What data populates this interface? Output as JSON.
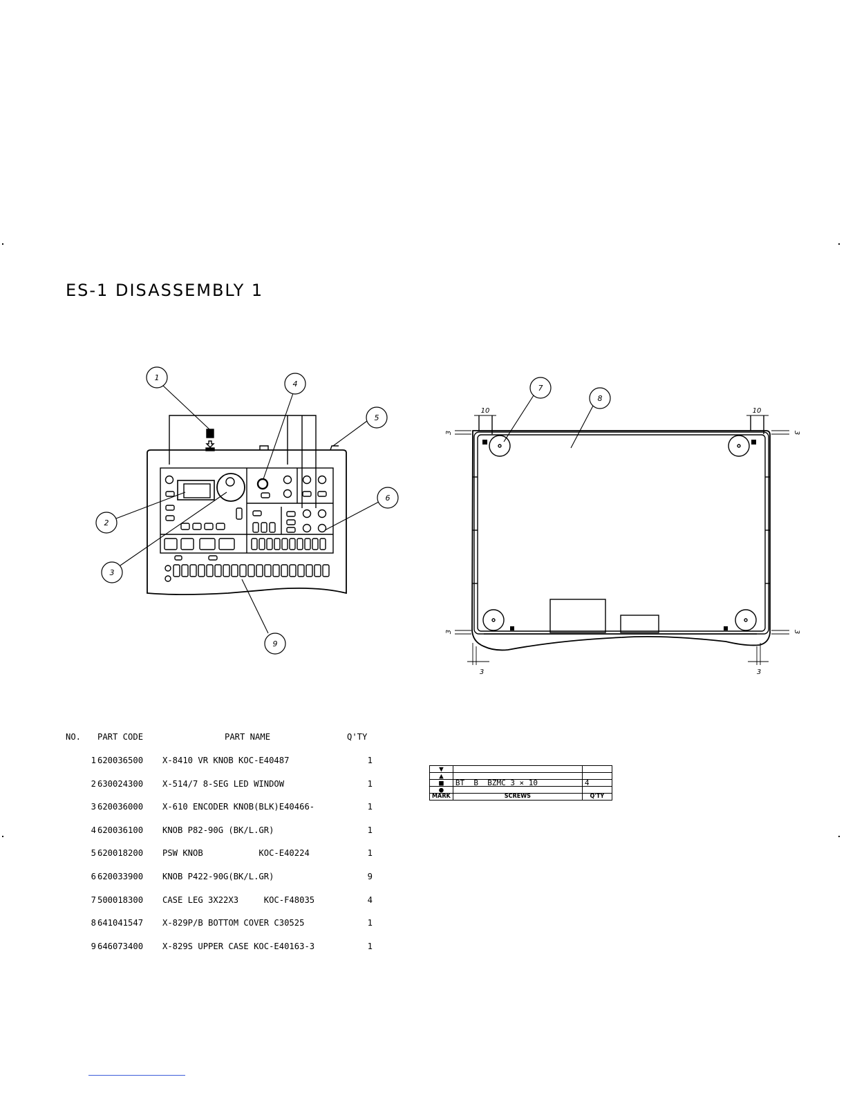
{
  "title": "ES-1 DISASSEMBLY 1",
  "callouts": [
    "1",
    "2",
    "3",
    "4",
    "5",
    "6",
    "7",
    "8",
    "9"
  ],
  "dimensions": {
    "d10_left": "10",
    "d10_right": "10",
    "d3_tl": "3",
    "d3_tr": "3",
    "d3_bl": "3",
    "d3_br": "3",
    "d3_bot_left": "3",
    "d3_bot_right": "3"
  },
  "parts_table": {
    "headers": {
      "no": "NO.",
      "code": "PART CODE",
      "name": "PART NAME",
      "qty": "Q'TY"
    },
    "rows": [
      {
        "no": "1",
        "code": "620036500",
        "name": "X-8410 VR KNOB KOC-E40487",
        "qty": "1"
      },
      {
        "no": "2",
        "code": "630024300",
        "name": "X-514/7 8-SEG LED WINDOW",
        "qty": "1"
      },
      {
        "no": "3",
        "code": "620036000",
        "name": "X-610 ENCODER KNOB(BLK)E40466-",
        "qty": "1"
      },
      {
        "no": "4",
        "code": "620036100",
        "name": "KNOB P82-90G (BK/L.GR)",
        "qty": "1"
      },
      {
        "no": "5",
        "code": "620018200",
        "name": "PSW KNOB           KOC-E40224",
        "qty": "1"
      },
      {
        "no": "6",
        "code": "620033900",
        "name": "KNOB P422-90G(BK/L.GR)",
        "qty": "9"
      },
      {
        "no": "7",
        "code": "500018300",
        "name": "CASE LEG 3X22X3     KOC-F48035",
        "qty": "4"
      },
      {
        "no": "8",
        "code": "641041547",
        "name": "X-829P/B BOTTOM COVER C30525",
        "qty": "1"
      },
      {
        "no": "9",
        "code": "646073400",
        "name": "X-829S UPPER CASE KOC-E40163-3",
        "qty": "1"
      }
    ]
  },
  "screws_table": {
    "marks": [
      "▼",
      "▲",
      "■",
      "●"
    ],
    "rows": [
      {
        "screw": "",
        "qty": ""
      },
      {
        "screw": "",
        "qty": ""
      },
      {
        "screw": "BT  B  BZMC 3 × 10",
        "qty": "4"
      },
      {
        "screw": "",
        "qty": ""
      }
    ],
    "footer": {
      "mark": "MARK",
      "screws": "SCREWS",
      "qty": "Q'TY"
    }
  }
}
